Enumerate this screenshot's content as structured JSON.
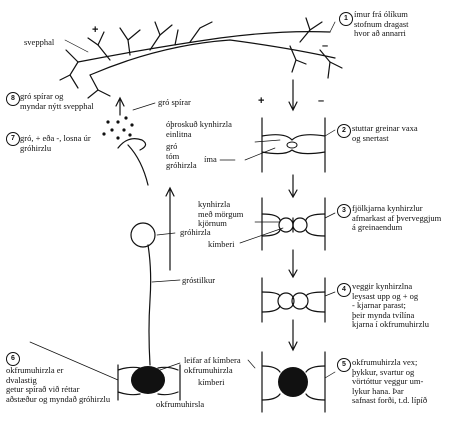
{
  "stage_numbers": [
    "1",
    "2",
    "3",
    "4",
    "5",
    "6",
    "7",
    "8"
  ],
  "signs": {
    "plus": "+",
    "minus": "–"
  },
  "stages": {
    "s1": [
      "ímur frá ólíkum",
      "stofnum dragast",
      "hvor að annarri"
    ],
    "s2": [
      "stuttar greinar vaxa",
      "og snertast"
    ],
    "s3": [
      "fjölkjarna kynhirzlur",
      "afmarkast af þverveggjum",
      "á greinaendum",
      ""
    ],
    "s4": [
      "veggir kynhirzlna",
      "leysast upp og + og",
      "- kjarnar parast;",
      "þeir mynda tvílína",
      "kjarna í okfrumuhirzlu"
    ],
    "s5": [
      "okfrumuhirzla vex;",
      "þykkur, svartur og",
      "vörtóttur veggur um-",
      "lykur hana. Þar",
      "safnast forði, t.d. lípíð",
      ""
    ],
    "s6": [
      "okfrumuhirzla er",
      "dvalastig",
      "getur spírað við réttar",
      "aðstæður og myndað gróhirzlu"
    ],
    "s7": [
      "gró, + eða -, losna úr",
      "gróhirzlu"
    ],
    "s8": [
      "gró spírar og",
      "myndar nýtt svepphal"
    ]
  },
  "labels": {
    "svepphal": "svepphal",
    "gro_spirar": "gró spírar",
    "oproskud": [
      "óþroskuð kynhirzla",
      "einlitna"
    ],
    "gro": [
      "gró",
      "tóm",
      "gróhirzla"
    ],
    "ima": "íma",
    "grohirzla": "gróhirzla",
    "kynhirzla": [
      "kynhirzla",
      "með mörgum",
      "kjörnum"
    ],
    "kimberi": "kímberi",
    "grostilkur": "gróstilkur",
    "leifar": [
      "leifar af kímbera",
      "okfrumuhirzla"
    ],
    "okfrumuhirsla": "okfrumuhirsla"
  }
}
